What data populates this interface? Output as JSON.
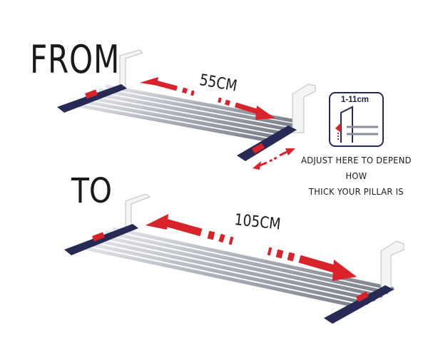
{
  "labels": {
    "from": "FROM",
    "to": "TO",
    "width_short": "55CM",
    "width_long": "105CM",
    "adjust_line1": "ADJUST HERE TO DEPEND HOW",
    "adjust_line2": "THICK YOUR PILLAR IS",
    "inset_range": "1-11cm"
  },
  "colors": {
    "rail": "#b9bcc3",
    "navy": "#262a55",
    "accent_red": "#d9232b",
    "bracket": "#f3f3f3"
  }
}
